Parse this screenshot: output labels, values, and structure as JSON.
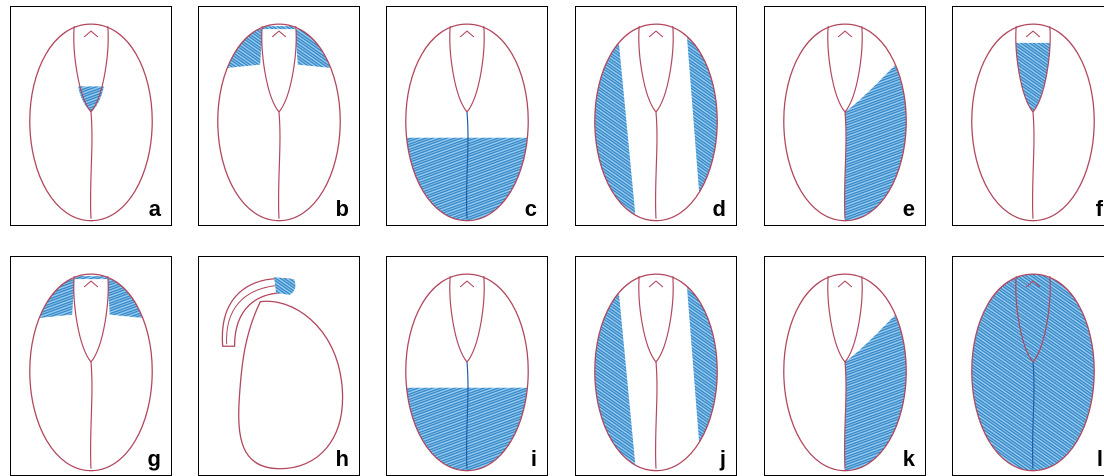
{
  "colors": {
    "seed_outline": "#b2475d",
    "stain": "#2f86c9",
    "stain_light": "#9fd2f2",
    "stain_dark": "#1d5fa8",
    "hatch": "#ffffff"
  },
  "panels": [
    {
      "letter": "a",
      "stain_region": "embryonic-axis-lower"
    },
    {
      "letter": "b",
      "stain_region": "radicle-tip"
    },
    {
      "letter": "c",
      "stain_region": "distal-half-cotyledons"
    },
    {
      "letter": "d",
      "stain_region": "lateral-margins-both"
    },
    {
      "letter": "e",
      "stain_region": "one-cotyledon"
    },
    {
      "letter": "f",
      "stain_region": "embryonic-axis-upper"
    },
    {
      "letter": "g",
      "stain_region": "radicle-tip"
    },
    {
      "letter": "h",
      "stain_region": "radicle-tip-side-view"
    },
    {
      "letter": "i",
      "stain_region": "distal-half-cotyledons"
    },
    {
      "letter": "j",
      "stain_region": "lateral-margins-both"
    },
    {
      "letter": "k",
      "stain_region": "one-cotyledon"
    },
    {
      "letter": "l",
      "stain_region": "whole-seed"
    }
  ]
}
